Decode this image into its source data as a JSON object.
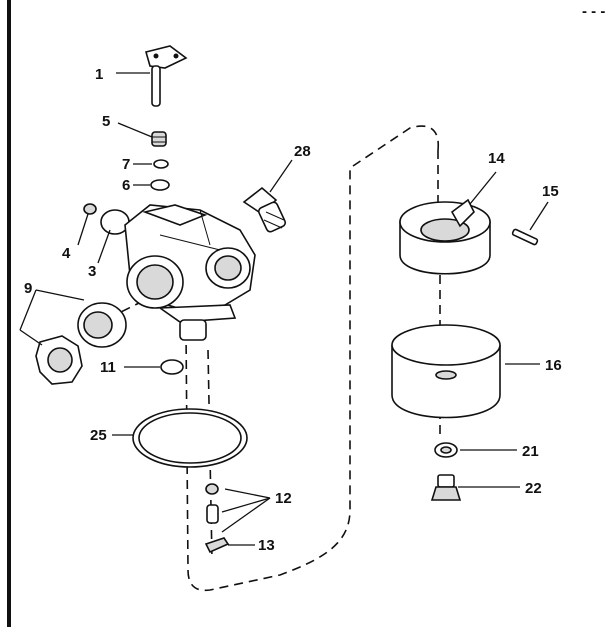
{
  "callouts": {
    "c1": "1",
    "c3": "3",
    "c4": "4",
    "c5": "5",
    "c6": "6",
    "c7": "7",
    "c9": "9",
    "c11": "11",
    "c12": "12",
    "c13": "13",
    "c14": "14",
    "c15": "15",
    "c16": "16",
    "c21": "21",
    "c22": "22",
    "c25": "25",
    "c28": "28"
  },
  "corner_mark": "- - -",
  "colors": {
    "ink": "#111111",
    "paper": "#ffffff"
  }
}
